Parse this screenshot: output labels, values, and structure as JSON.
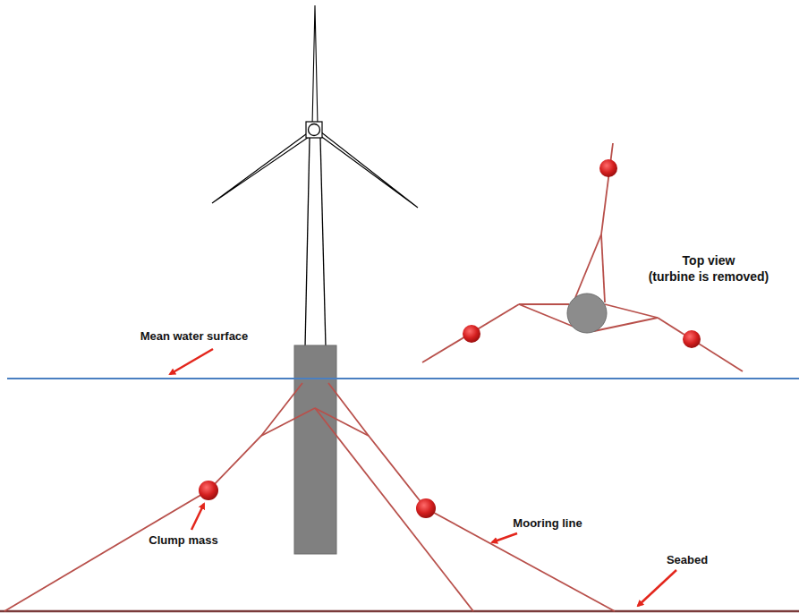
{
  "diagram": {
    "labels": [
      "Mean water surface",
      "Clump mass",
      "Mooring line",
      "Seabed",
      "Top view",
      "(turbine is removed)"
    ]
  }
}
